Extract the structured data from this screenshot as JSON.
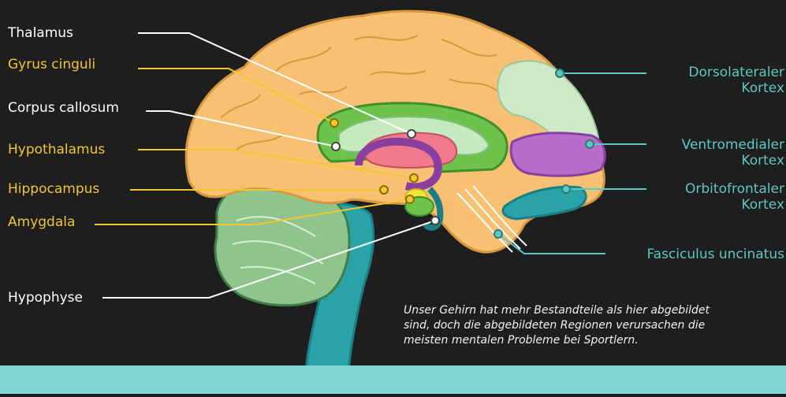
{
  "labels_left": {
    "thalamus": "Thalamus",
    "gyrus_cinguli": "Gyrus cinguli",
    "corpus_callosum": "Corpus callosum",
    "hypothalamus": "Hypothalamus",
    "hippocampus": "Hippocampus",
    "amygdala": "Amygdala",
    "hypophyse": "Hypophyse"
  },
  "labels_right": {
    "dorsolateral_1": "Dorsolateraler",
    "dorsolateral_2": "Kortex",
    "ventromedial_1": "Ventromedialer",
    "ventromedial_2": "Kortex",
    "orbitofrontal_1": "Orbitofrontaler",
    "orbitofrontal_2": "Kortex",
    "fasciculus": "Fasciculus uncinatus"
  },
  "note": {
    "line1": "Unser Gehirn hat mehr Bestandteile als hier abgebildet",
    "line2": "sind, doch die abgebildeten Regionen verursachen die",
    "line3": "meisten mentalen Probleme bei Sportlern."
  },
  "colors": {
    "background": "#1e1e1e",
    "white_label": "#ffffff",
    "yellow_label": "#f2c62f",
    "teal_label": "#5ec7c4",
    "cortex": "#f7c072",
    "cerebellum": "#8fc58c",
    "brainstem": "#2aa3a8",
    "cingulate": "#6cc24a",
    "ventromedial": "#b66cc8",
    "thalamus": "#f07a8c",
    "band": "#7fd6d2"
  }
}
